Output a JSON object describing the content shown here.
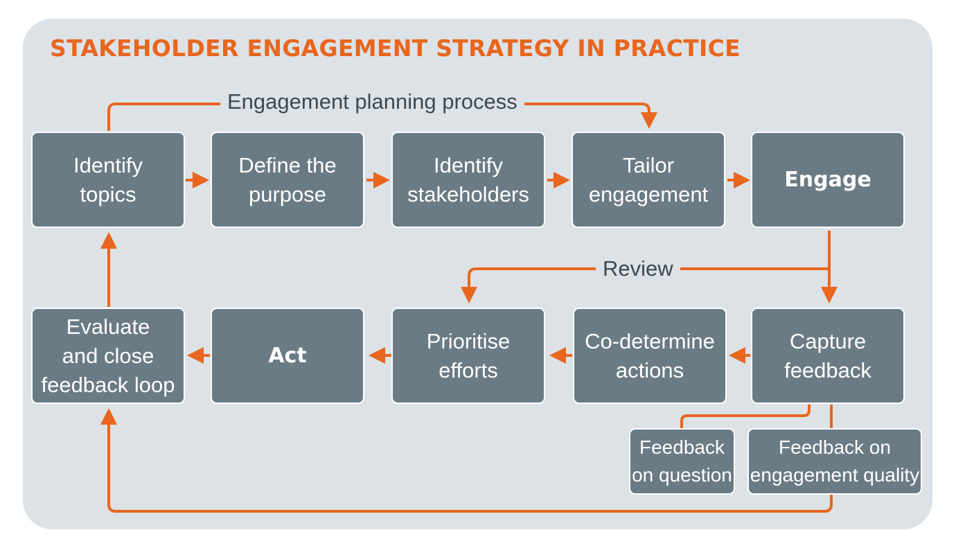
{
  "title": "STAKEHOLDER ENGAGEMENT STRATEGY IN PRACTICE",
  "colors": {
    "accent": "#e8661e",
    "box_fill": "#6b7b85",
    "panel_bg": "#dde2e6",
    "label_text": "#3d4852"
  },
  "flow_labels": {
    "planning": "Engagement planning process",
    "review": "Review"
  },
  "boxes": {
    "identify_topics": "Identify\ntopics",
    "define_purpose": "Define the\npurpose",
    "identify_stakeholders": "Identify\nstakeholders",
    "tailor_engagement": "Tailor\nengagement",
    "engage": "Engage",
    "capture_feedback": "Capture\nfeedback",
    "co_determine": "Co-determine\nactions",
    "prioritise": "Prioritise\nefforts",
    "act": "Act",
    "evaluate": "Evaluate\nand close\nfeedback loop",
    "feedback_question": "Feedback\non question",
    "feedback_quality": "Feedback on\nengagement quality"
  }
}
